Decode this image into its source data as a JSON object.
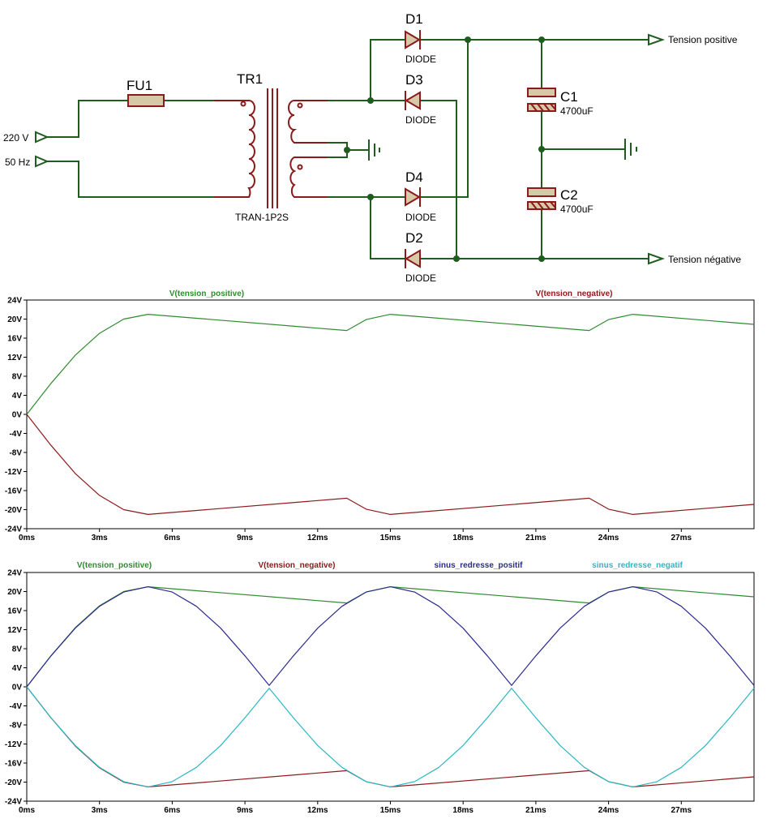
{
  "schematic": {
    "input_labels": [
      "220 V",
      "50 Hz"
    ],
    "fuse": {
      "ref": "FU1"
    },
    "transformer": {
      "ref": "TR1",
      "value": "TRAN-1P2S"
    },
    "diodes": [
      {
        "ref": "D1",
        "value": "DIODE"
      },
      {
        "ref": "D3",
        "value": "DIODE"
      },
      {
        "ref": "D4",
        "value": "DIODE"
      },
      {
        "ref": "D2",
        "value": "DIODE"
      }
    ],
    "capacitors": [
      {
        "ref": "C1",
        "value": "4700uF"
      },
      {
        "ref": "C2",
        "value": "4700uF"
      }
    ],
    "outputs": [
      "Tension positive",
      "Tension négative"
    ],
    "colors": {
      "wire": "#1f5c1f",
      "component": "#8b1a1a",
      "fill": "#d6c9a8"
    }
  },
  "chart_data": [
    {
      "type": "line",
      "x_unit": "ms",
      "xlim": [
        0,
        30
      ],
      "ylim": [
        -24,
        24
      ],
      "x_ticks": [
        "0ms",
        "3ms",
        "6ms",
        "9ms",
        "12ms",
        "15ms",
        "18ms",
        "21ms",
        "24ms",
        "27ms"
      ],
      "y_ticks": [
        "24V",
        "20V",
        "16V",
        "12V",
        "8V",
        "4V",
        "0V",
        "-4V",
        "-8V",
        "-12V",
        "-16V",
        "-20V",
        "-24V"
      ],
      "grid": false,
      "series": [
        {
          "name": "V(tension_positive)",
          "color": "#2e8b2e",
          "x": [
            0,
            1,
            2,
            3,
            4,
            5,
            13.2,
            14,
            15,
            23.2,
            24,
            25,
            30
          ],
          "y": [
            0,
            6.5,
            12.4,
            17.0,
            20.0,
            21.0,
            17.6,
            19.9,
            21.0,
            17.6,
            19.9,
            21.0,
            18.9
          ]
        },
        {
          "name": "V(tension_negative)",
          "color": "#8b1a1a",
          "x": [
            0,
            1,
            2,
            3,
            4,
            5,
            13.2,
            14,
            15,
            23.2,
            24,
            25,
            30
          ],
          "y": [
            0,
            -6.5,
            -12.4,
            -17.0,
            -20.0,
            -21.0,
            -17.6,
            -19.9,
            -21.0,
            -17.6,
            -19.9,
            -21.0,
            -18.9
          ]
        }
      ]
    },
    {
      "type": "line",
      "x_unit": "ms",
      "xlim": [
        0,
        30
      ],
      "ylim": [
        -24,
        24
      ],
      "x_ticks": [
        "0ms",
        "3ms",
        "6ms",
        "9ms",
        "12ms",
        "15ms",
        "18ms",
        "21ms",
        "24ms",
        "27ms"
      ],
      "y_ticks": [
        "24V",
        "20V",
        "16V",
        "12V",
        "8V",
        "4V",
        "0V",
        "-4V",
        "-8V",
        "-12V",
        "-16V",
        "-20V",
        "-24V"
      ],
      "grid": false,
      "series": [
        {
          "name": "V(tension_positive)",
          "color": "#2e8b2e",
          "x": [
            0,
            1,
            2,
            3,
            4,
            5,
            13.2,
            14,
            15,
            23.2,
            24,
            25,
            30
          ],
          "y": [
            0,
            6.5,
            12.4,
            17.0,
            20.0,
            21.0,
            17.6,
            19.9,
            21.0,
            17.6,
            19.9,
            21.0,
            18.9
          ]
        },
        {
          "name": "V(tension_negative)",
          "color": "#8b1a1a",
          "x": [
            0,
            1,
            2,
            3,
            4,
            5,
            13.2,
            14,
            15,
            23.2,
            24,
            25,
            30
          ],
          "y": [
            0,
            -6.5,
            -12.4,
            -17.0,
            -20.0,
            -21.0,
            -17.6,
            -19.9,
            -21.0,
            -17.6,
            -19.9,
            -21.0,
            -18.9
          ]
        },
        {
          "name": "sinus_redresse_positif",
          "color": "#2b2b8f",
          "x": [
            0,
            1,
            2,
            3,
            4,
            5,
            6,
            7,
            8,
            9,
            10,
            11,
            12,
            13,
            14,
            15,
            16,
            17,
            18,
            19,
            20,
            21,
            22,
            23,
            24,
            25,
            26,
            27,
            28,
            29,
            30
          ],
          "y": [
            0,
            6.5,
            12.3,
            16.9,
            19.9,
            21,
            19.9,
            16.9,
            12.3,
            6.5,
            0.3,
            6.5,
            12.3,
            16.9,
            19.9,
            21,
            19.9,
            16.9,
            12.3,
            6.5,
            0.3,
            6.5,
            12.3,
            16.9,
            19.9,
            21,
            19.9,
            16.9,
            12.3,
            6.5,
            0.3
          ]
        },
        {
          "name": "sinus_redresse_negatif",
          "color": "#2bb7c4",
          "x": [
            0,
            1,
            2,
            3,
            4,
            5,
            6,
            7,
            8,
            9,
            10,
            11,
            12,
            13,
            14,
            15,
            16,
            17,
            18,
            19,
            20,
            21,
            22,
            23,
            24,
            25,
            26,
            27,
            28,
            29,
            30
          ],
          "y": [
            0,
            -6.5,
            -12.3,
            -16.9,
            -19.9,
            -21,
            -19.9,
            -16.9,
            -12.3,
            -6.5,
            -0.3,
            -6.5,
            -12.3,
            -16.9,
            -19.9,
            -21,
            -19.9,
            -16.9,
            -12.3,
            -6.5,
            -0.3,
            -6.5,
            -12.3,
            -16.9,
            -19.9,
            -21,
            -19.9,
            -16.9,
            -12.3,
            -6.5,
            -0.3
          ]
        }
      ]
    }
  ]
}
